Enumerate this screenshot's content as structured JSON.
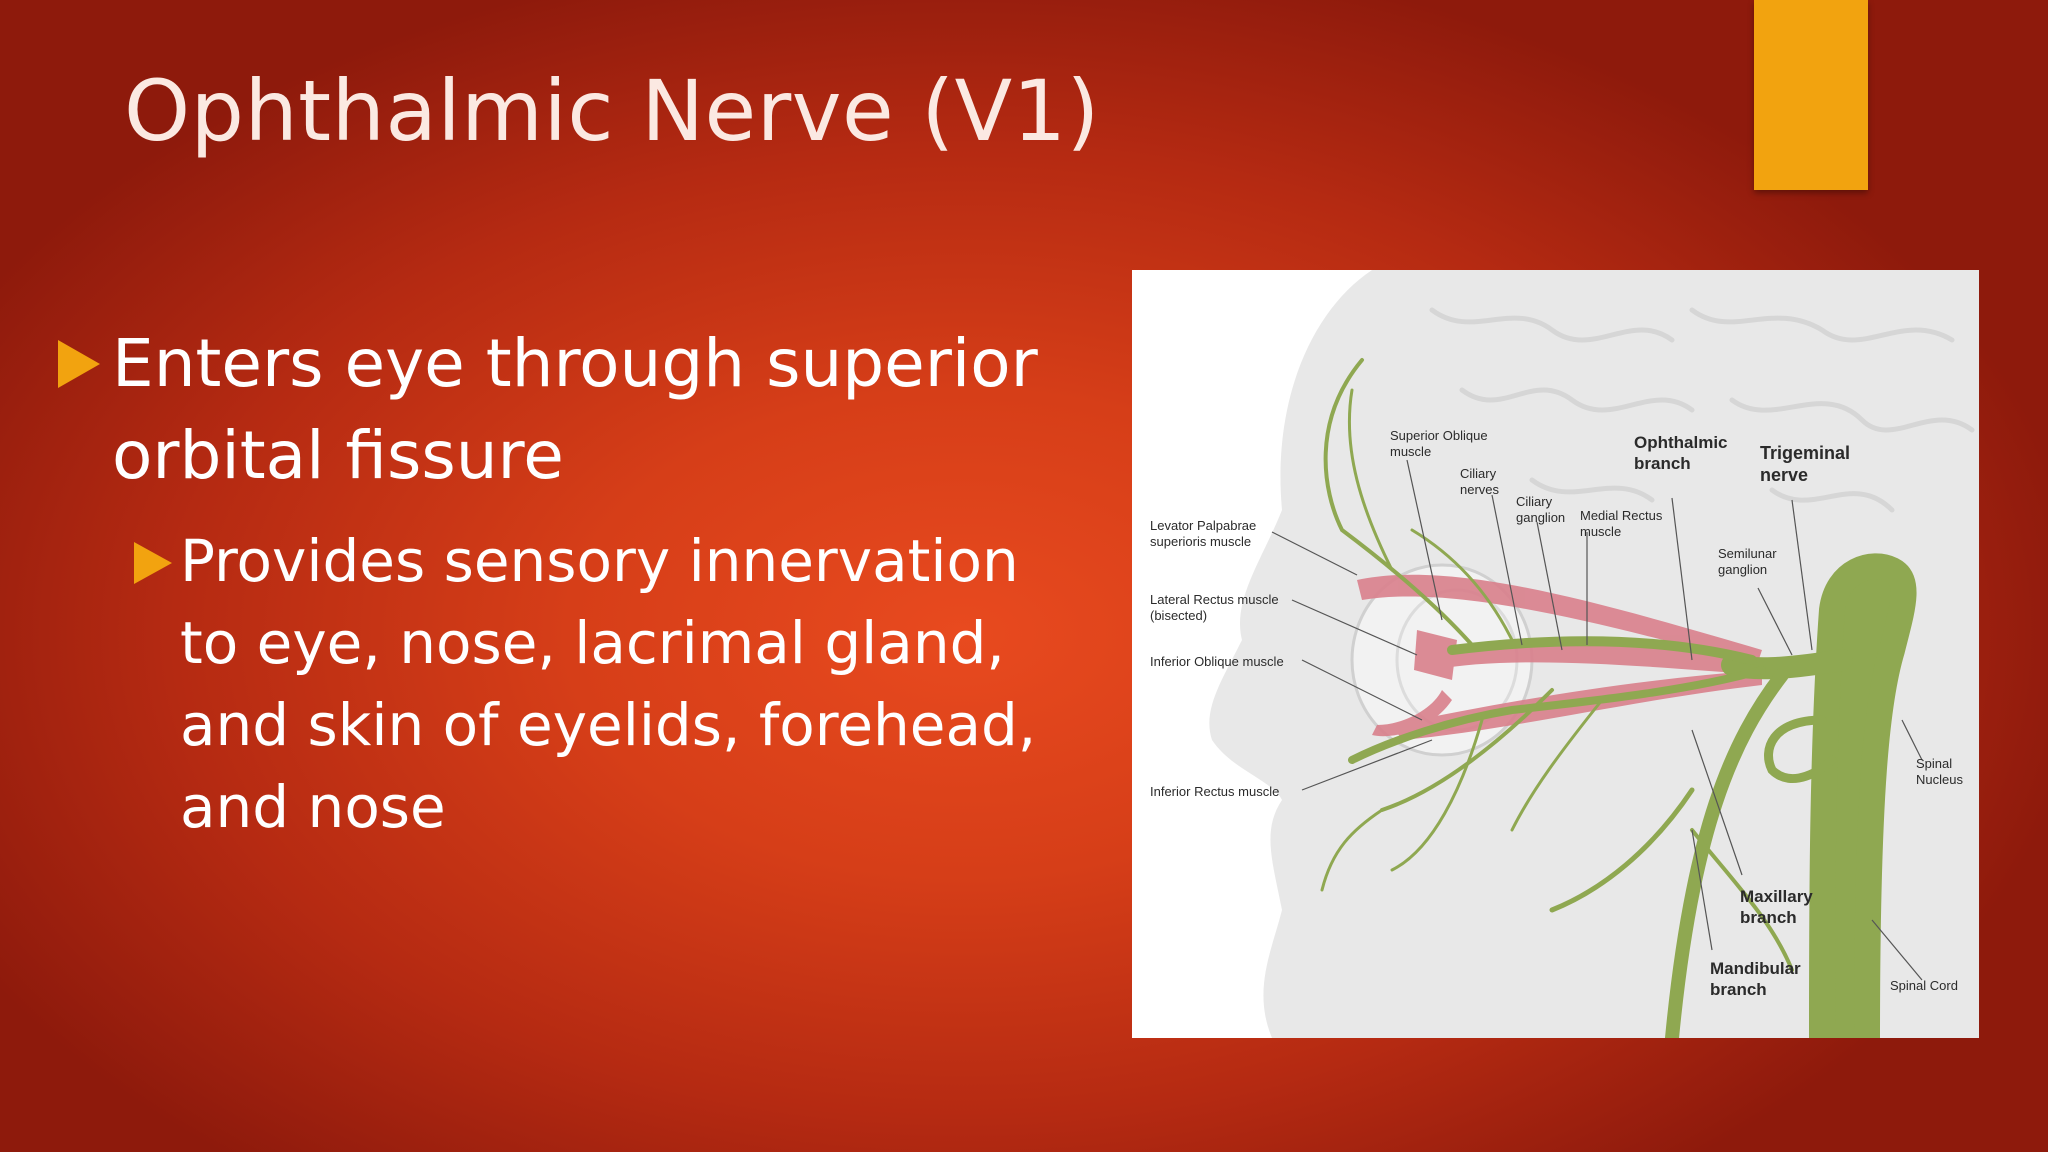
{
  "slide": {
    "title": "Ophthalmic Nerve (V1)",
    "bullets": [
      {
        "level": 1,
        "text": "Enters eye through superior orbital fissure"
      },
      {
        "level": 2,
        "text": "Provides sensory innervation to eye, nose, lacrimal gland, and skin of eyelids, forehead, and nose"
      }
    ],
    "accent_color": "#f2a30f"
  },
  "figure": {
    "labels": {
      "superior_oblique": "Superior Oblique\nmuscle",
      "ciliary_nerves": "Ciliary\nnerves",
      "ciliary_ganglion": "Ciliary\nganglion",
      "medial_rectus": "Medial Rectus\nmuscle",
      "ophthalmic_branch": "Ophthalmic\nbranch",
      "trigeminal_nerve": "Trigeminal\nnerve",
      "levator_palpebrae": "Levator Palpabrae\nsuperioris muscle",
      "lateral_rectus": "Lateral Rectus muscle\n(bisected)",
      "inferior_oblique": "Inferior Oblique muscle",
      "semilunar_ganglion": "Semilunar\nganglion",
      "inferior_rectus": "Inferior Rectus muscle",
      "spinal_nucleus": "Spinal\nNucleus",
      "maxillary_branch": "Maxillary\nbranch",
      "mandibular_branch": "Mandibular\nbranch",
      "spinal_cord": "Spinal Cord"
    },
    "colors": {
      "nerve": "#8fa851",
      "muscle": "#d9808c",
      "head": "#e6e6e6"
    }
  }
}
